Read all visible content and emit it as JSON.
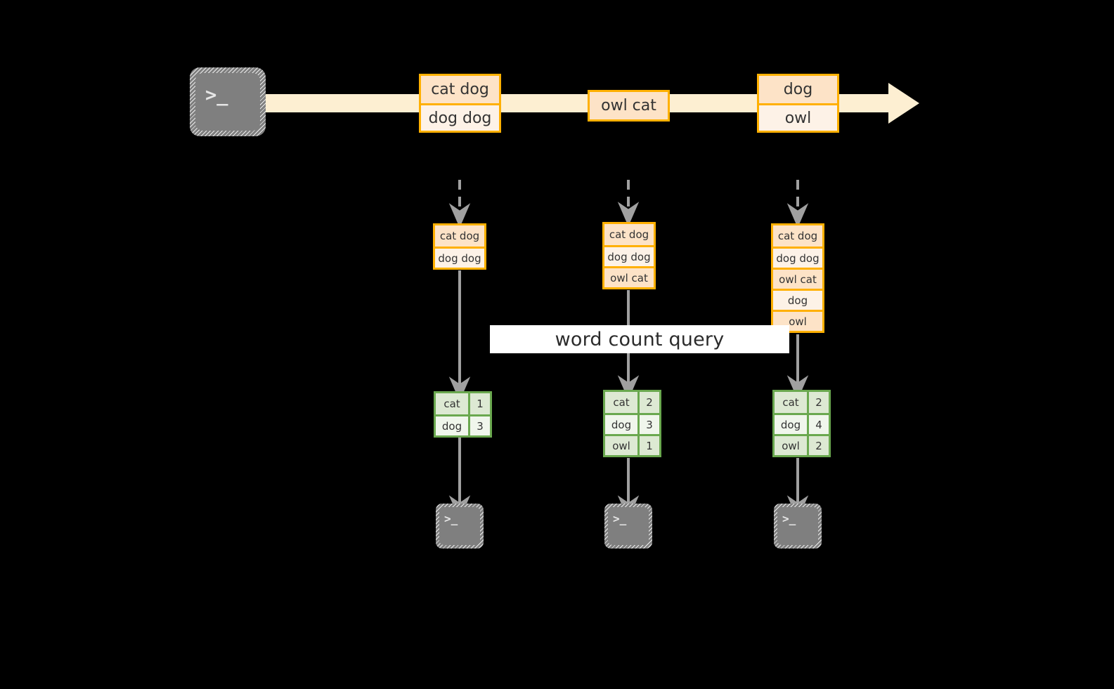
{
  "diagram": {
    "title_label": "word count query",
    "colors": {
      "background": "#000000",
      "stream_fill": "#fdefd2",
      "event_border": "#ffb000",
      "event_fill_a": "#fde3c7",
      "event_fill_b": "#fdf2e7",
      "result_border": "#6aa84f",
      "result_fill_a": "#dde9d3",
      "result_fill_b": "#f0f6ec",
      "arrow_gray": "#a0a0a0",
      "terminal_gray": "#7f7f7f",
      "label_band": "#ffffff"
    },
    "source": {
      "icon": "terminal-icon",
      "prompt": ">_"
    },
    "stream": {
      "icon": "right-arrow-stream",
      "events": [
        {
          "lines": [
            {
              "text": "cat dog",
              "shade": "a"
            },
            {
              "text": "dog dog",
              "shade": "b"
            }
          ]
        },
        {
          "lines": [
            {
              "text": "owl cat",
              "shade": "a"
            }
          ]
        },
        {
          "lines": [
            {
              "text": "dog",
              "shade": "a"
            },
            {
              "text": "owl",
              "shade": "b"
            }
          ]
        }
      ]
    },
    "snapshots": [
      {
        "name": "snapshot-1",
        "input_events": [
          {
            "text": "cat dog",
            "shade": "a"
          },
          {
            "text": "dog dog",
            "shade": "b"
          }
        ],
        "result_header": null,
        "result_rows": [
          {
            "word": "cat",
            "count": "1",
            "shade": "a"
          },
          {
            "word": "dog",
            "count": "3",
            "shade": "b"
          }
        ],
        "sink": {
          "icon": "terminal-icon",
          "prompt": ">_"
        }
      },
      {
        "name": "snapshot-2",
        "input_events": [
          {
            "text": "cat dog",
            "shade": "a"
          },
          {
            "text": "dog dog",
            "shade": "b"
          },
          {
            "text": "owl cat",
            "shade": "a"
          }
        ],
        "result_header": null,
        "result_rows": [
          {
            "word": "cat",
            "count": "2",
            "shade": "a"
          },
          {
            "word": "dog",
            "count": "3",
            "shade": "b"
          },
          {
            "word": "owl",
            "count": "1",
            "shade": "a"
          }
        ],
        "sink": {
          "icon": "terminal-icon",
          "prompt": ">_"
        }
      },
      {
        "name": "snapshot-3",
        "input_events": [
          {
            "text": "cat dog",
            "shade": "a"
          },
          {
            "text": "dog dog",
            "shade": "b"
          },
          {
            "text": "owl cat",
            "shade": "a"
          },
          {
            "text": "dog",
            "shade": "b"
          },
          {
            "text": "owl",
            "shade": "a"
          }
        ],
        "result_header": null,
        "result_rows": [
          {
            "word": "cat",
            "count": "2",
            "shade": "a"
          },
          {
            "word": "dog",
            "count": "4",
            "shade": "b"
          },
          {
            "word": "owl",
            "count": "2",
            "shade": "a"
          }
        ],
        "sink": {
          "icon": "terminal-icon",
          "prompt": ">_"
        }
      }
    ]
  }
}
